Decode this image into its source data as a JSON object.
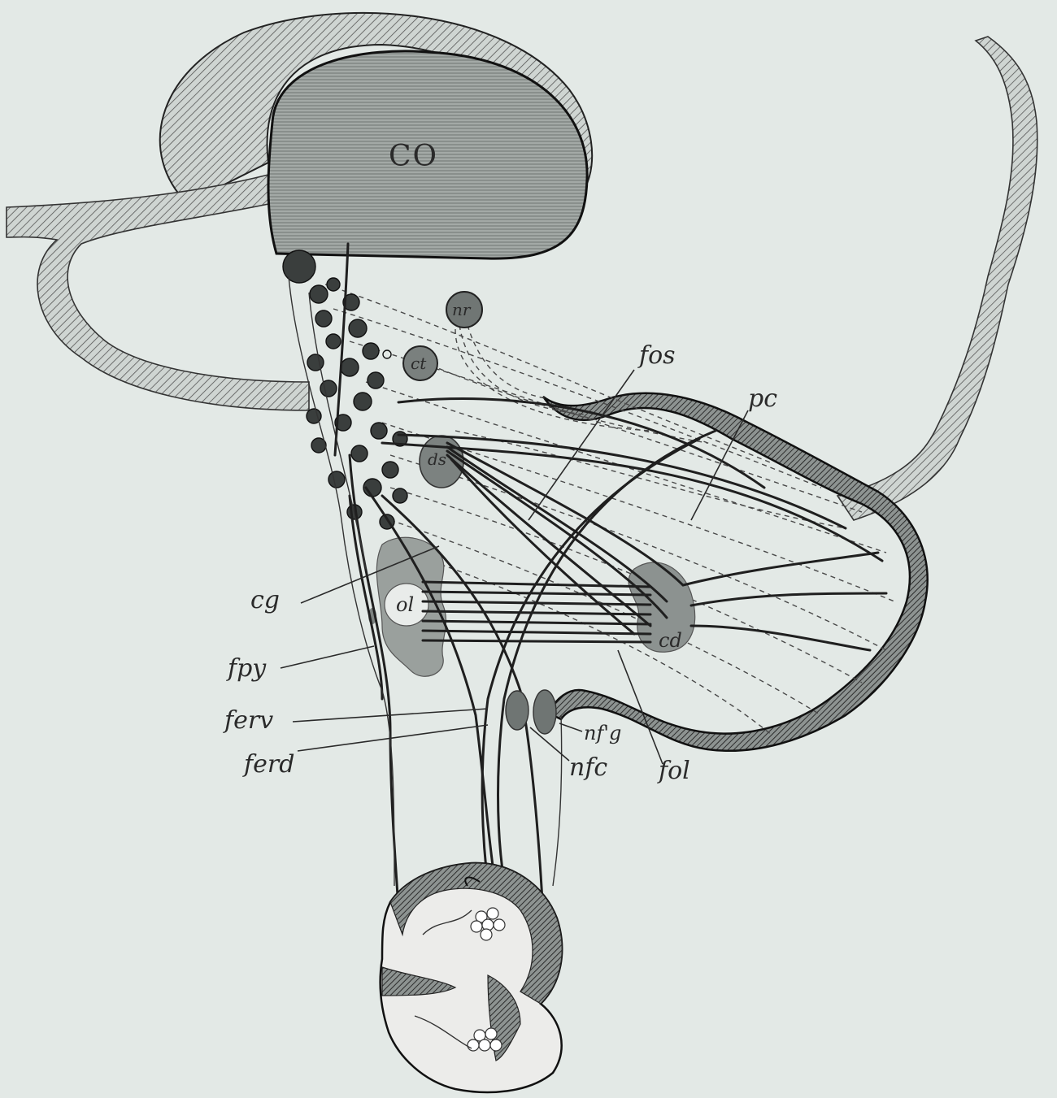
{
  "figure": {
    "background": "#e3e9e6",
    "ink": "#1f1f1f",
    "labels": {
      "co": "CO",
      "nr": "nr",
      "ct": "ct",
      "ds": "ds",
      "ol": "ol",
      "cd": "cd",
      "fos": "fos",
      "pc": "pc",
      "cg": "cg",
      "fpy": "fpy",
      "ferv": "ferv",
      "ferd": "ferd",
      "nfg": "nf'g",
      "nfc": "nfc",
      "fol": "fol"
    }
  }
}
